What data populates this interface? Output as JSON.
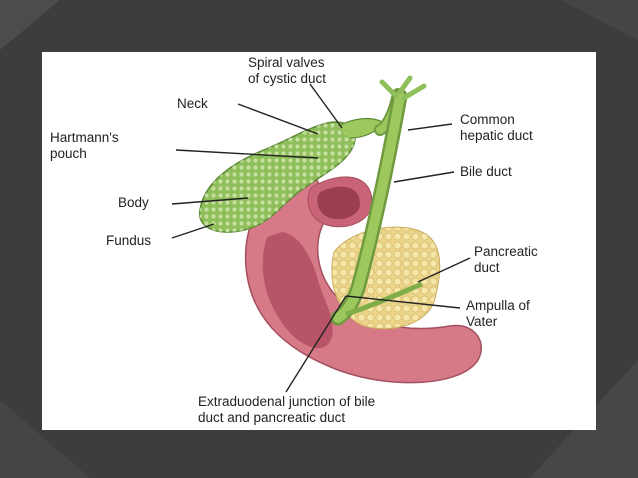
{
  "labels": {
    "spiral_valves": "Spiral valves\nof cystic duct",
    "neck": "Neck",
    "hartmanns_pouch": "Hartmann's\npouch",
    "body": "Body",
    "fundus": "Fundus",
    "common_hepatic_duct": "Common\nhepatic duct",
    "bile_duct": "Bile duct",
    "pancreatic_duct": "Pancreatic\nduct",
    "ampulla_of_vater": "Ampulla of\nVater",
    "extraduodenal_junction": "Extraduodenal junction of bile\nduct and pancreatic duct"
  },
  "colors": {
    "slide_background": "#3d3d3d",
    "panel": "#ffffff",
    "gallbladder": "#8fbf5a",
    "bile_duct": "#9cc85e",
    "duodenum": "#d77a88",
    "pancreas": "#ecd58a",
    "leader_line": "#222222"
  }
}
